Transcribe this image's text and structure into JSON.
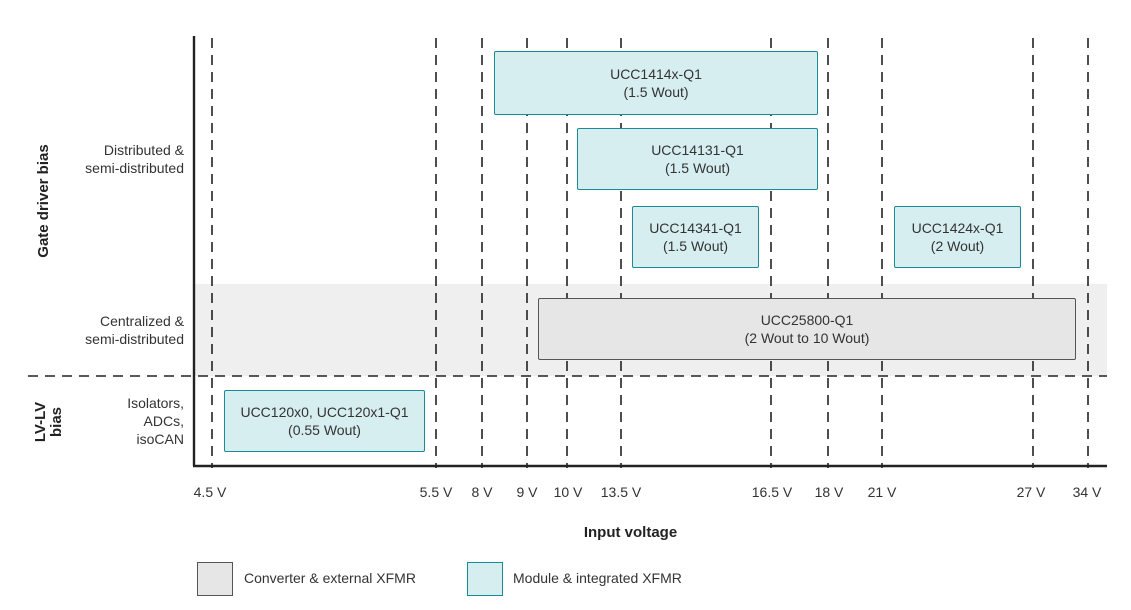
{
  "group_labels": {
    "gate_driver_bias": "Gate driver bias",
    "lv_lv_bias": "LV-LV\nbias"
  },
  "row_labels": {
    "distributed": "Distributed &\nsemi-distributed",
    "centralized": "Centralized &\nsemi-distributed",
    "isolators": "Isolators,\nADCs,\nisoCAN"
  },
  "x_axis": {
    "title": "Input voltage",
    "ticks": [
      "4.5 V",
      "5.5 V",
      "8 V",
      "9 V",
      "10 V",
      "13.5 V",
      "16.5 V",
      "18 V",
      "21 V",
      "27 V",
      "34 V"
    ]
  },
  "devices": [
    {
      "name": "UCC1414x-Q1",
      "power": "(1.5 Wout)",
      "type": "module"
    },
    {
      "name": "UCC14131-Q1",
      "power": "(1.5 Wout)",
      "type": "module"
    },
    {
      "name": "UCC14341-Q1",
      "power": "(1.5 Wout)",
      "type": "module"
    },
    {
      "name": "UCC1424x-Q1",
      "power": "(2 Wout)",
      "type": "module"
    },
    {
      "name": "UCC25800-Q1",
      "power": "(2 Wout to 10 Wout)",
      "type": "converter"
    },
    {
      "name": "UCC120x0, UCC120x1-Q1",
      "power": "(0.55 Wout)",
      "type": "module"
    }
  ],
  "legend": {
    "converter": "Converter & external XFMR",
    "module": "Module & integrated XFMR"
  },
  "colors": {
    "module_fill": "#d7eef1",
    "module_border": "#1a8a96",
    "converter_fill": "#e6e6e6",
    "converter_border": "#555555",
    "band": "#efefef"
  }
}
